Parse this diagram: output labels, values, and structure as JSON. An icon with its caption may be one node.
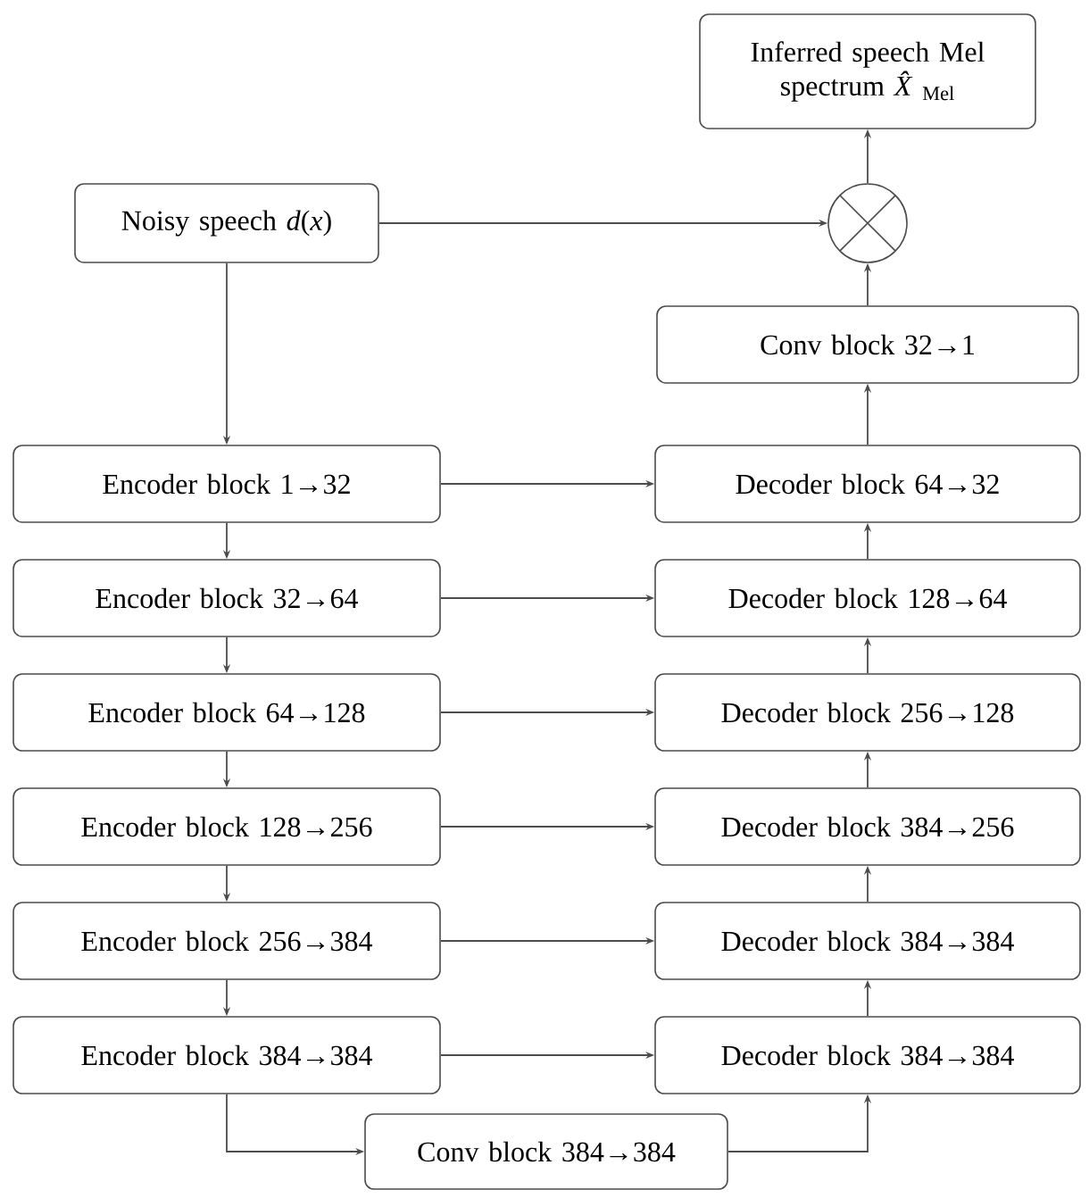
{
  "diagram": {
    "nodes": [
      {
        "text": [
          "Inferred speech Mel spectrum *X̂*$_{Mel}$"
        ]
      },
      {
        "text": [
          "Noisy speech *d*(*x*)"
        ]
      },
      {
        "text": [],
        "shape": "circle"
      },
      {
        "text": [
          "Conv block 32→1"
        ]
      },
      {
        "text": [
          "Encoder block 1→32"
        ]
      },
      {
        "text": [
          "Decoder block 64→32"
        ]
      },
      {
        "text": [
          "Encoder block 32→64"
        ]
      },
      {
        "text": [
          "Decoder block 128→64"
        ]
      },
      {
        "text": [
          "Encoder block 64→128"
        ]
      },
      {
        "text": [
          "Decoder block 256→128"
        ]
      },
      {
        "text": [
          "Encoder block 128→256"
        ]
      },
      {
        "text": [
          "Decoder block 384→256"
        ]
      },
      {
        "text": [
          "Encoder block 256→384"
        ]
      },
      {
        "text": [
          "Decoder block 384→384"
        ]
      },
      {
        "text": [
          "Encoder block 384→384"
        ]
      },
      {
        "text": [
          "Decoder block 384→384"
        ]
      },
      {
        "text": [
          "Conv block 384→384"
        ]
      }
    ],
    "edges": [
      {
        "from": 1,
        "to": 2,
        "arrow": "to"
      },
      {
        "from": 2,
        "to": 0,
        "arrow": "to"
      },
      {
        "from": 3,
        "to": 2,
        "arrow": "to"
      },
      {
        "from": 1,
        "to": 4,
        "arrow": "to"
      },
      {
        "from": 4,
        "to": 5,
        "arrow": "to"
      },
      {
        "from": 5,
        "to": 3,
        "arrow": "to"
      },
      {
        "from": 4,
        "to": 6,
        "arrow": "to"
      },
      {
        "from": 6,
        "to": 7,
        "arrow": "to"
      },
      {
        "from": 7,
        "to": 5,
        "arrow": "to"
      },
      {
        "from": 6,
        "to": 8,
        "arrow": "to"
      },
      {
        "from": 8,
        "to": 9,
        "arrow": "to"
      },
      {
        "from": 9,
        "to": 7,
        "arrow": "to"
      },
      {
        "from": 8,
        "to": 10,
        "arrow": "to"
      },
      {
        "from": 10,
        "to": 11,
        "arrow": "to"
      },
      {
        "from": 11,
        "to": 9,
        "arrow": "to"
      },
      {
        "from": 10,
        "to": 12,
        "arrow": "to"
      },
      {
        "from": 12,
        "to": 13,
        "arrow": "to"
      },
      {
        "from": 13,
        "to": 11,
        "arrow": "to"
      },
      {
        "from": 12,
        "to": 14,
        "arrow": "to"
      },
      {
        "from": 14,
        "to": 15,
        "arrow": "to"
      },
      {
        "from": 15,
        "to": 13,
        "arrow": "to"
      },
      {
        "from": 14,
        "to": 16,
        "arrow": "to"
      },
      {
        "from": 16,
        "to": 15,
        "arrow": "to"
      }
    ]
  }
}
